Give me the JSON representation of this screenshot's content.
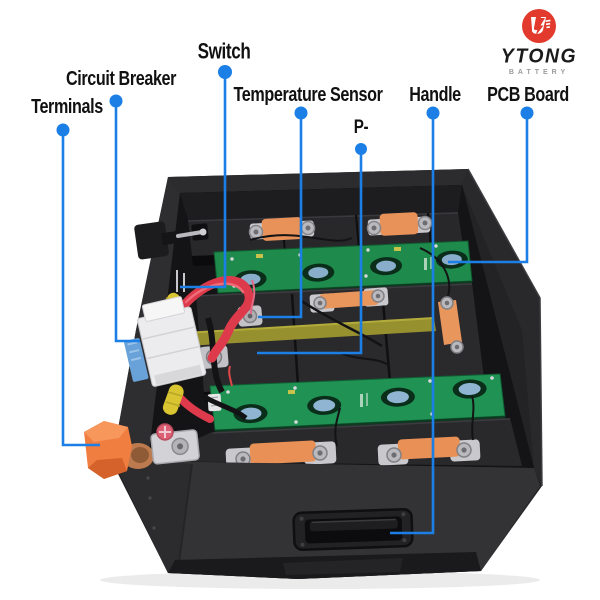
{
  "brand": {
    "name": "YTONG",
    "subtitle": "BATTERY",
    "circle_color": "#e23a2c"
  },
  "colors": {
    "leader_line": "#1c7fe6",
    "label_text": "#111111"
  },
  "annotations": {
    "terminals": {
      "label": "Terminals"
    },
    "circuit_breaker": {
      "label": "Circuit Breaker"
    },
    "switch": {
      "label": "Switch"
    },
    "temperature_sensor": {
      "label": "Temperature Sensor"
    },
    "p_minus": {
      "label": "P-"
    },
    "handle": {
      "label": "Handle"
    },
    "pcb_board": {
      "label": "PCB Board"
    }
  }
}
